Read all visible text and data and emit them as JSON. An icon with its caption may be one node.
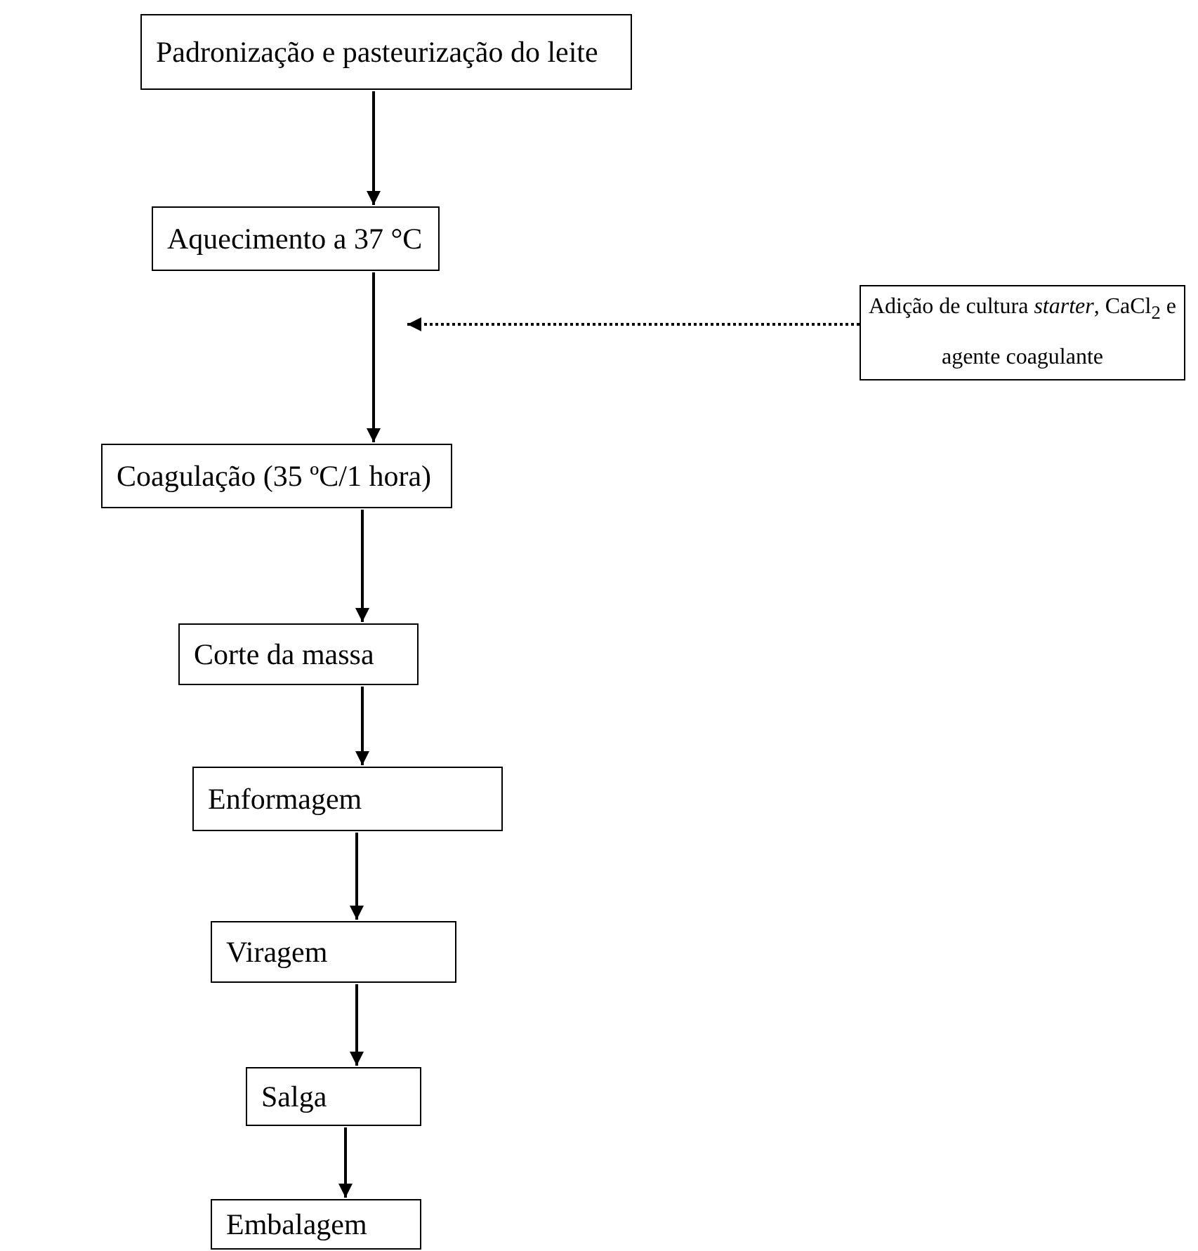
{
  "diagram": {
    "nodes": [
      {
        "text": [
          "Padronização e pasteurização do leite"
        ]
      },
      {
        "text": [
          "Aquecimento a 37 °C"
        ]
      },
      {
        "text": [
          "Adição de cultura *starter*, CaCl$_{2}$ e agente coagulante"
        ]
      },
      {
        "text": [
          "Coagulação (35 ºC/1 hora)"
        ]
      },
      {
        "text": [
          "Corte da massa"
        ]
      },
      {
        "text": [
          "Enformagem"
        ]
      },
      {
        "text": [
          "Viragem"
        ]
      },
      {
        "text": [
          "Salga"
        ]
      },
      {
        "text": [
          "Embalagem"
        ]
      }
    ],
    "edges": [
      {
        "from": 0,
        "to": 1,
        "arrow": "to"
      },
      {
        "from": 1,
        "to": 3,
        "arrow": "to"
      },
      {
        "from": 2,
        "to": null,
        "arrow": "to",
        "style": "dashed"
      },
      {
        "from": 3,
        "to": 4,
        "arrow": "to"
      },
      {
        "from": 4,
        "to": 5,
        "arrow": "to"
      },
      {
        "from": 5,
        "to": 6,
        "arrow": "to"
      },
      {
        "from": 6,
        "to": 7,
        "arrow": "to"
      },
      {
        "from": 7,
        "to": 8,
        "arrow": "to"
      }
    ]
  }
}
